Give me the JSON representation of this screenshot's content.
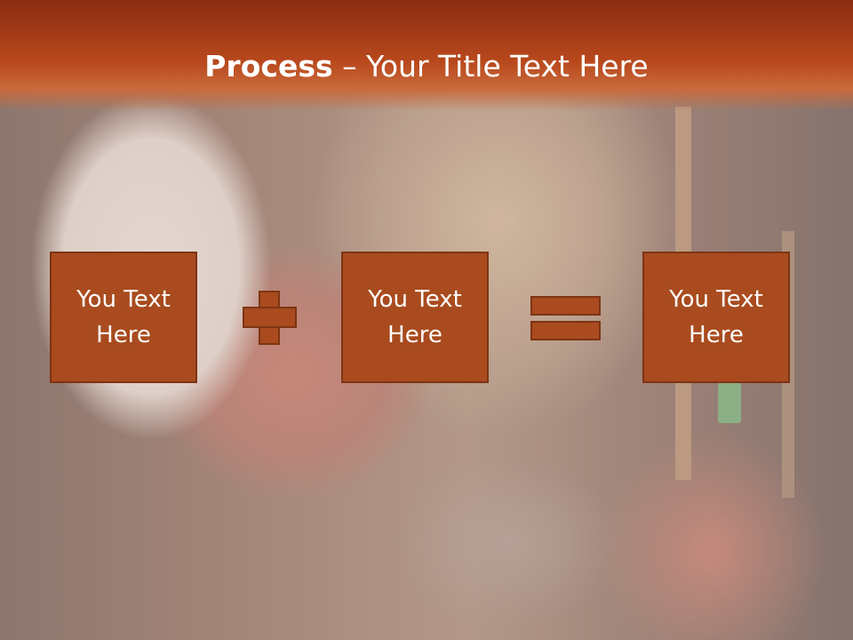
{
  "slide": {
    "title_bold": "Process",
    "title_rest": " – Your Title Text Here"
  },
  "boxes": [
    {
      "text": "You Text\nHere"
    },
    {
      "text": "You Text\nHere"
    },
    {
      "text": "You Text\nHere"
    }
  ],
  "colors": {
    "accent": "#a94b1e",
    "accent_border": "#7d3414",
    "title_band": "#b8481c",
    "text": "#ffffff"
  },
  "operators": [
    "plus-icon",
    "equals-icon"
  ]
}
